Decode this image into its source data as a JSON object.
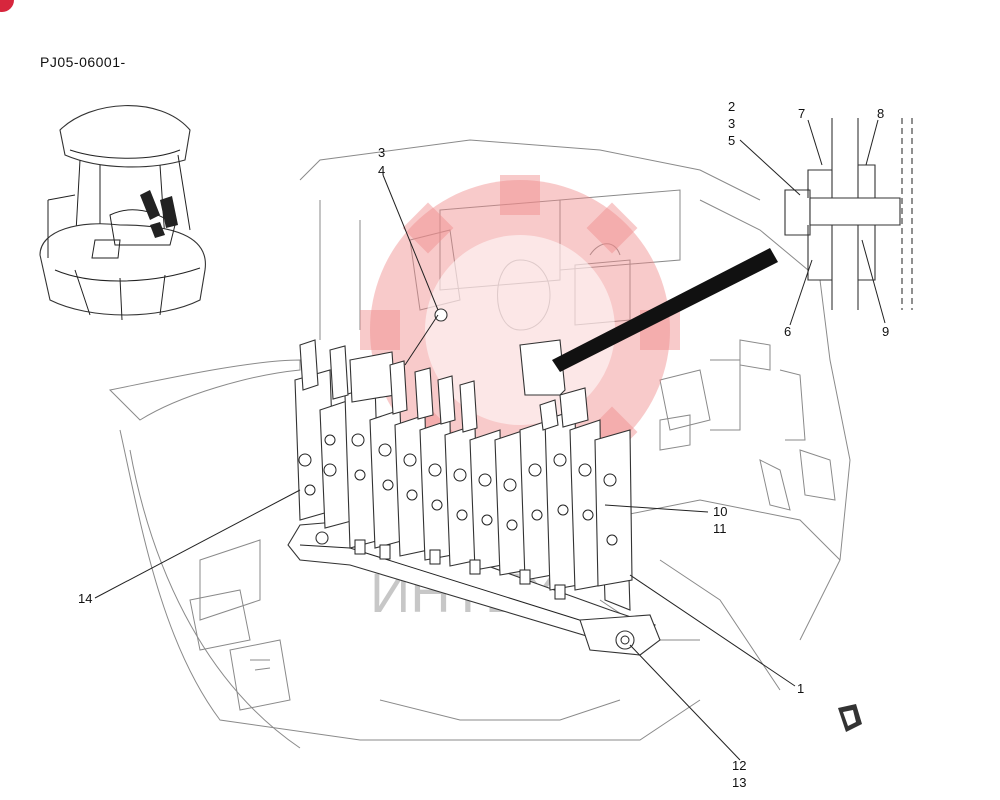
{
  "drawing": {
    "code": "PJ05-06001-",
    "watermark_text": "ИНТЕХ",
    "accent_color": "#d7263d",
    "watermark_color": "#f08a8a"
  },
  "callouts": {
    "c1": "1",
    "c2": "2",
    "c3": "3",
    "c3b": "3",
    "c4": "4",
    "c5": "5",
    "c6": "6",
    "c7": "7",
    "c8": "8",
    "c9": "9",
    "c10": "10",
    "c11": "11",
    "c12": "12",
    "c13": "13",
    "c14": "14"
  }
}
